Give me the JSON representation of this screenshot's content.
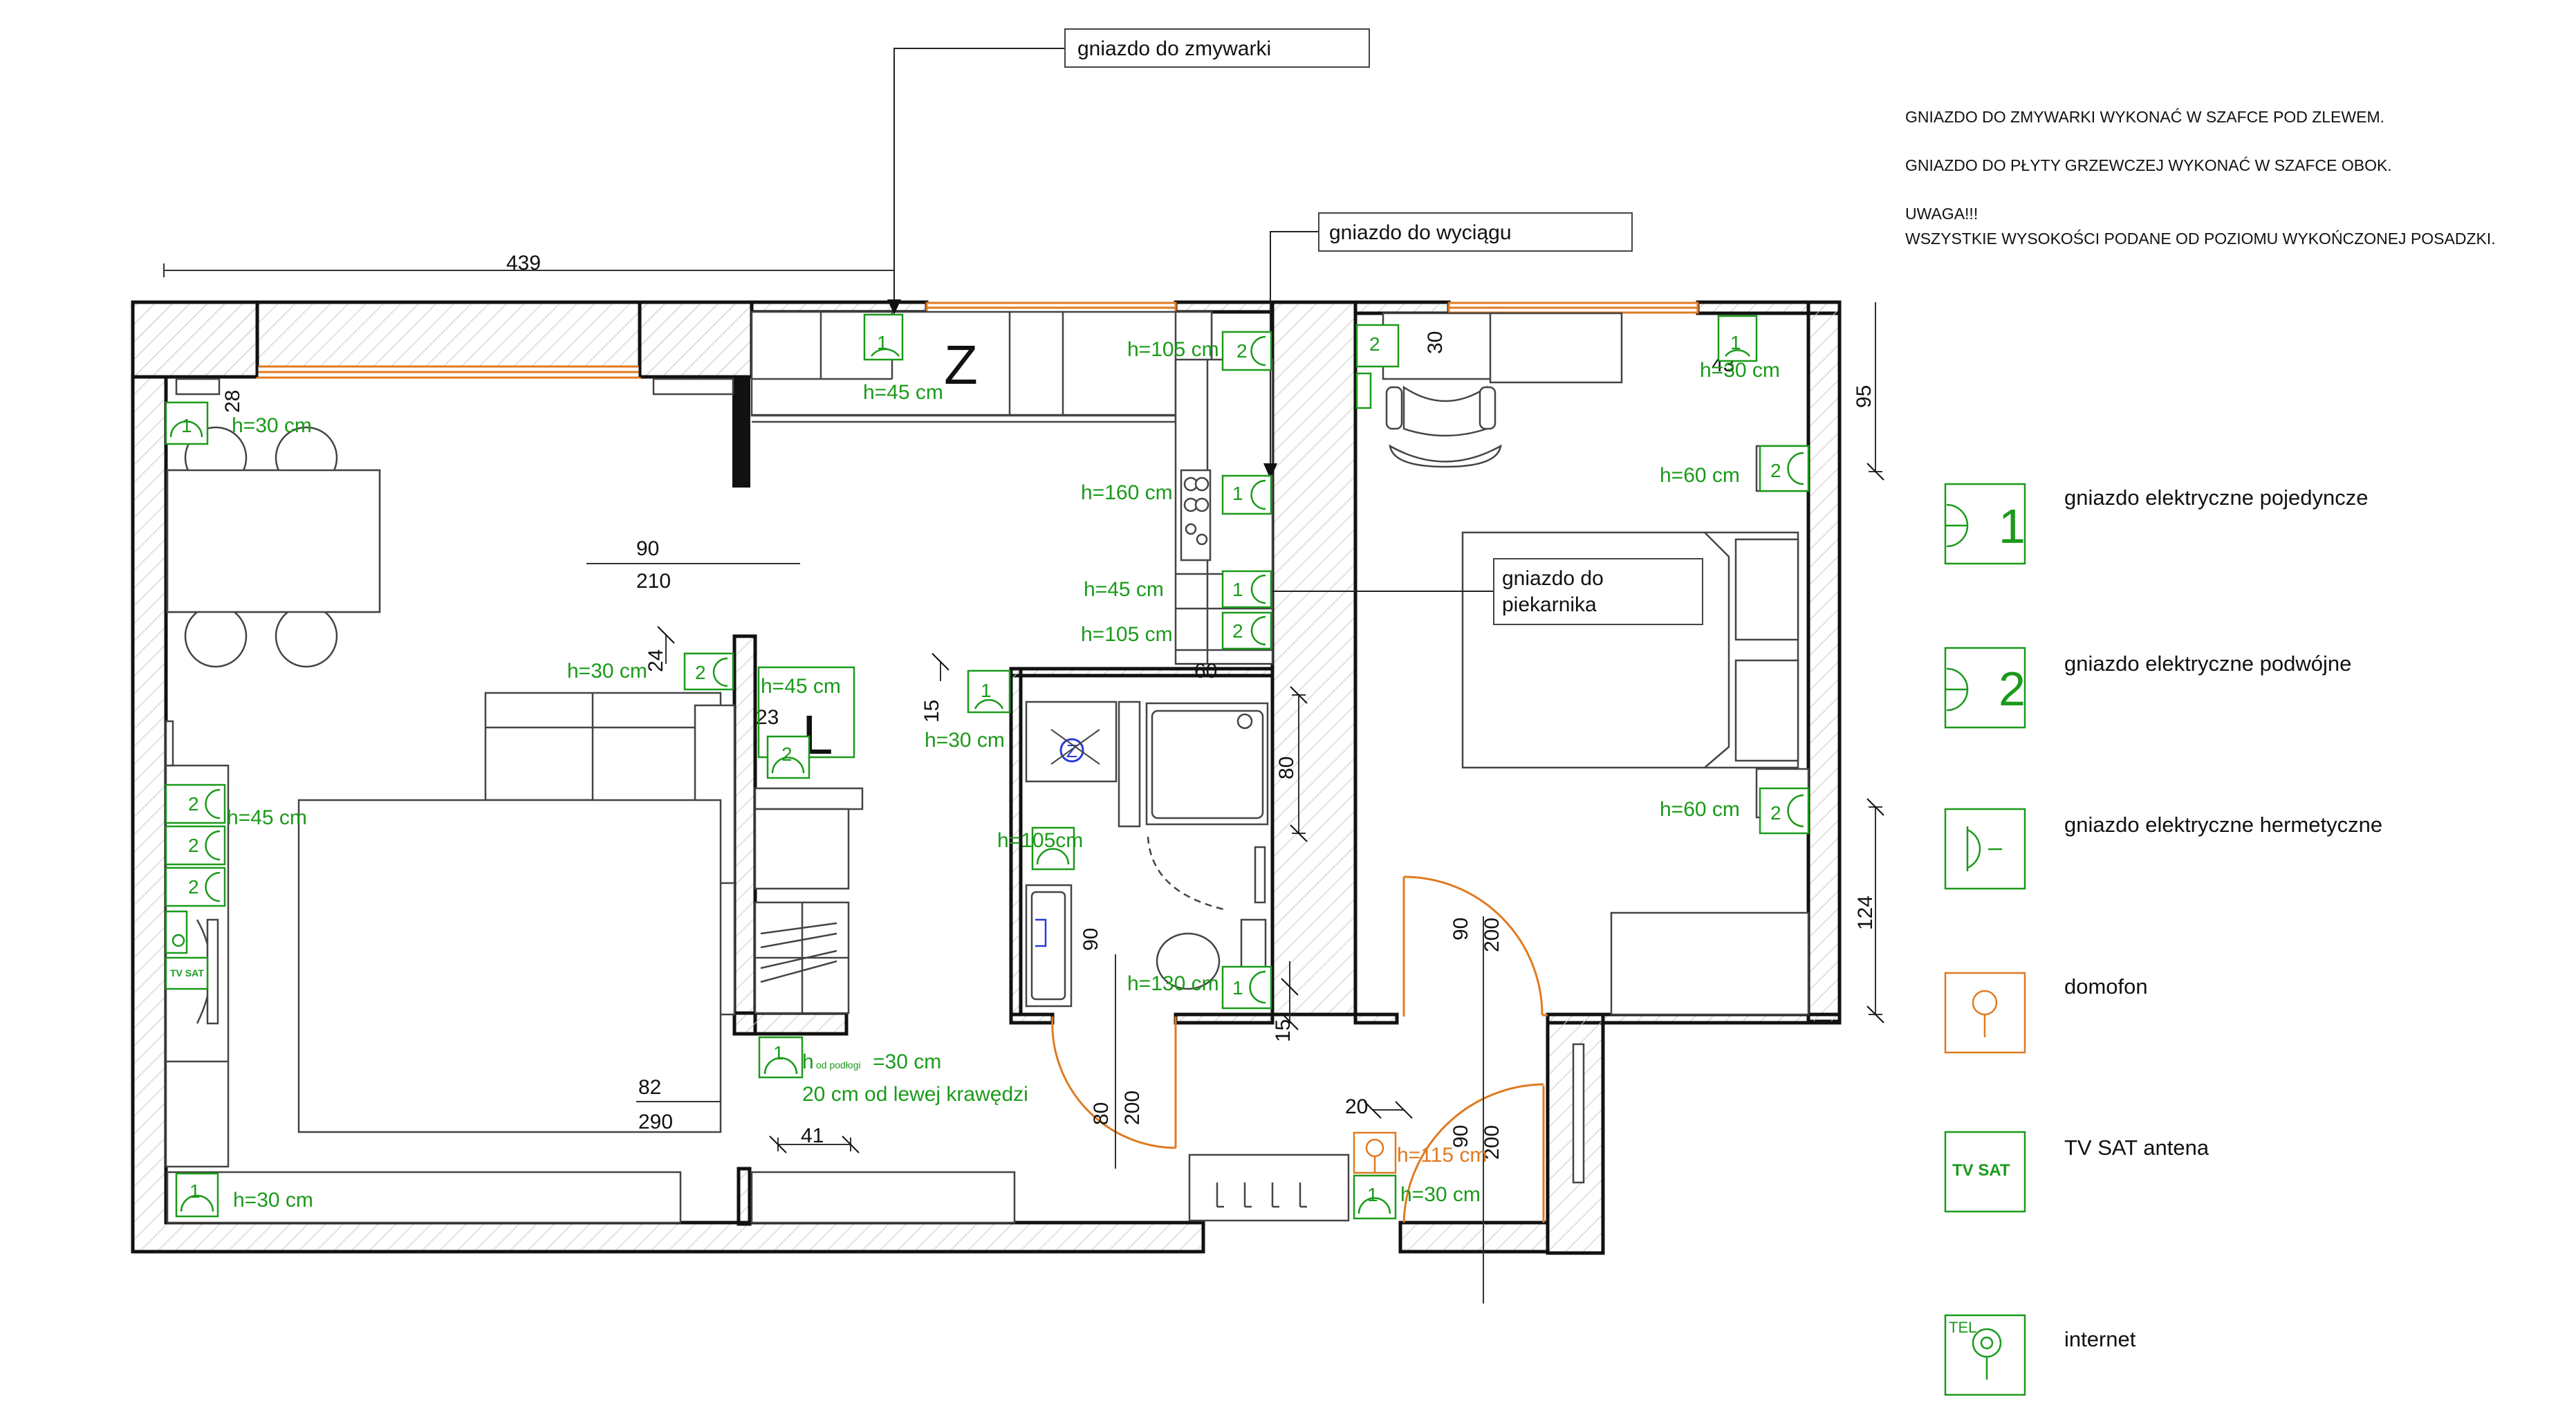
{
  "callouts": {
    "dishwasher": "gniazdo do zmywarki",
    "hood": "gniazdo do wyciągu",
    "oven_line1": "gniazdo do",
    "oven_line2": "piekarnika"
  },
  "notes": {
    "line1": "GNIAZDO DO ZMYWARKI WYKONAĆ W SZAFCE POD ZLEWEM.",
    "line2": "GNIAZDO DO PŁYTY GRZEWCZEJ WYKONAĆ W SZAFCE OBOK.",
    "line3": "UWAGA!!!",
    "line4": "WSZYSTKIE WYSOKOŚCI PODANE OD POZIOMU WYKOŃCZONEJ POSADZKI."
  },
  "legend": [
    {
      "symbol": "1",
      "label": "gniazdo elektryczne pojedyncze"
    },
    {
      "symbol": "2",
      "label": "gniazdo elektryczne podwójne"
    },
    {
      "symbol": "",
      "label": "gniazdo elektryczne hermetyczne"
    },
    {
      "symbol": "",
      "label": "domofon"
    },
    {
      "symbol": "TV SAT",
      "label": "TV  SAT antena"
    },
    {
      "symbol": "TEL",
      "label": "internet"
    }
  ],
  "heights": {
    "h105_kitchen_top": "h=105 cm",
    "h45_sink": "h=45 cm",
    "h30_dining": "h=30 cm",
    "h30_bedroom_top": "h=30 cm",
    "h60_bed_top": "h=60 cm",
    "h60_bed_bottom": "h=60 cm",
    "h160": "h=160 cm",
    "h45_oven": "h=45 cm",
    "h105_oven": "h=105 cm",
    "h30_sofa": "h=30 cm",
    "h45_island": "h=45 cm",
    "h30_bath": "h=30 cm",
    "h45_tv": "h=45 cm",
    "h105_bath": "h=105cm",
    "h130": "h=130 cm",
    "h_floor_prefix": "h",
    "h_floor_sub": "od podłogi",
    "h_floor_val": "=30 cm",
    "h_floor_line2": "20 cm od lewej krawędzi",
    "h30_bottom": "h=30 cm",
    "h115": "h=115 cm",
    "h30_hall": "h=30 cm"
  },
  "dimensions": {
    "d439": "439",
    "d28": "28",
    "d30": "30",
    "d43": "43",
    "d95": "95",
    "d90_kitchen": "90",
    "d210": "210",
    "d24": "24",
    "d23": "23",
    "d15_top": "15",
    "d60": "60",
    "d80": "80",
    "d90_bath": "90",
    "d15_bottom": "15",
    "d82": "82",
    "d290": "290",
    "d41": "41",
    "d90_door": "90",
    "d200_door": "200",
    "d124": "124",
    "d80_bath_door": "80",
    "d200_bath_door": "200",
    "d20": "20",
    "d90_entry": "90",
    "d200_entry": "200"
  },
  "room_marks": {
    "Z": "Z",
    "L": "L"
  },
  "socket_labels": {
    "single": "1",
    "double": "2",
    "tel": "TEL",
    "tvsat": "TV SAT"
  },
  "colors": {
    "wall": "#111111",
    "outlet": "#1a9a1a",
    "intercom": "#e07a20",
    "furniture": "#444444"
  }
}
